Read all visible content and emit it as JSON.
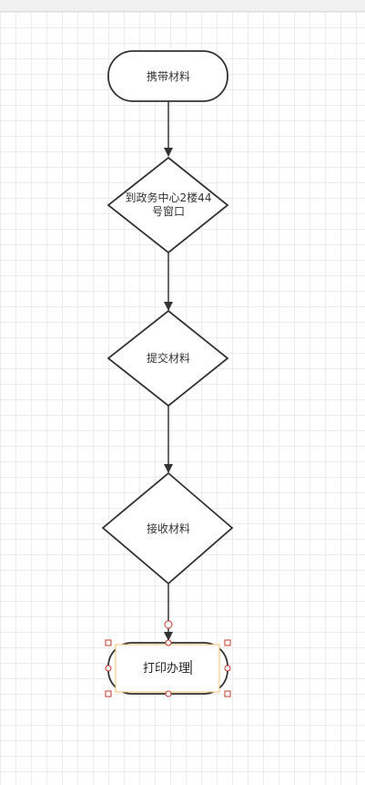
{
  "flowchart": {
    "nodes": [
      {
        "id": "carry",
        "shape": "terminal",
        "lines": [
          "携带材料"
        ]
      },
      {
        "id": "goto",
        "shape": "decision",
        "lines": [
          "到政务中心2楼44",
          "号窗口"
        ]
      },
      {
        "id": "submit",
        "shape": "decision",
        "lines": [
          "提交材料"
        ]
      },
      {
        "id": "receive",
        "shape": "decision",
        "lines": [
          "接收材料"
        ]
      },
      {
        "id": "print",
        "shape": "terminal",
        "lines": [
          "打印办理"
        ],
        "selected": true,
        "editing": true
      }
    ],
    "edges": [
      {
        "from": "carry",
        "to": "goto"
      },
      {
        "from": "goto",
        "to": "submit"
      },
      {
        "from": "submit",
        "to": "receive"
      },
      {
        "from": "receive",
        "to": "print"
      }
    ]
  },
  "colors": {
    "stroke": "#333333",
    "selection_handle": "#c0392b",
    "edit_box_border": "#f0c36d",
    "grid": "#ececec"
  }
}
